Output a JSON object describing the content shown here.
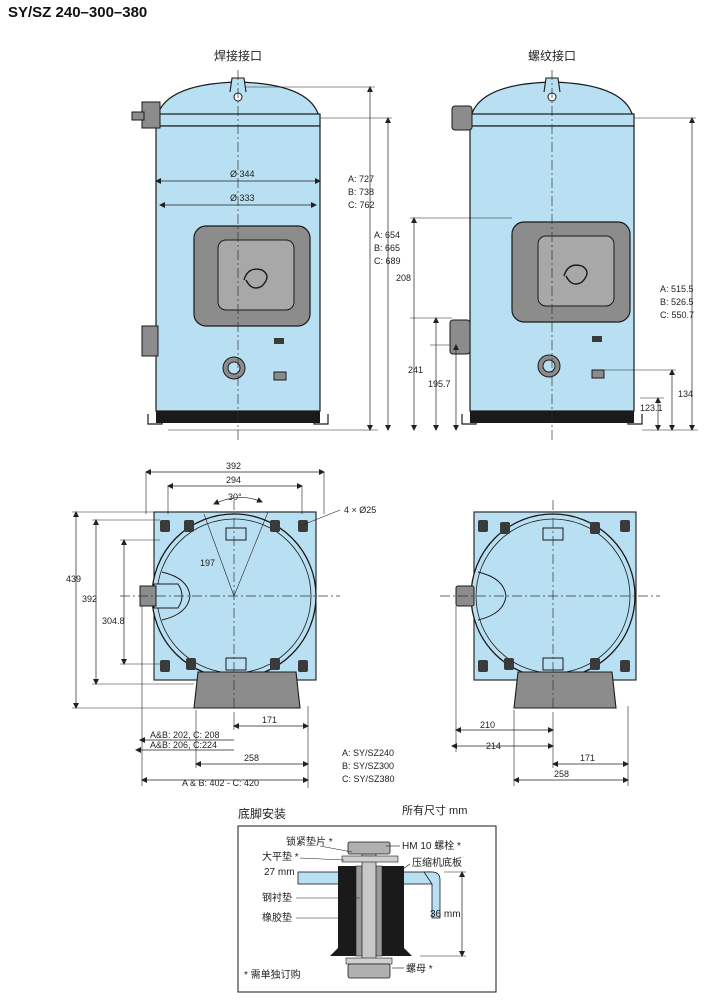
{
  "title": "SY/SZ 240–300–380",
  "views": {
    "weld_label": "焊接接口",
    "thread_label": "螺纹接口"
  },
  "dims": {
    "d344": "Ø 344",
    "d333": "Ø 333",
    "h_a727": "A: 727",
    "h_b738": "B: 738",
    "h_c762": "C: 762",
    "h_a654": "A: 654",
    "h_b665": "B: 665",
    "h_c689": "C: 689",
    "h_a515": "A: 515.5",
    "h_b526": "B: 526.5",
    "h_c550": "C: 550.7",
    "v208": "208",
    "v241": "241",
    "v195": "195.7",
    "v134": "134",
    "v123": "123.1",
    "w392": "392",
    "w294": "294",
    "angle30": "30°",
    "holes": "4 × Ø25",
    "r197": "197",
    "h439": "439",
    "h392": "392",
    "h304": "304.8",
    "w171": "171",
    "ab202": "A&B: 202, C: 208",
    "ab206": "A&B: 206, C:224",
    "w258": "258",
    "ab402": "A & B: 402  -  C: 420",
    "r210": "210",
    "r214": "214",
    "r171": "171",
    "r258": "258"
  },
  "legend": {
    "a": "A: SY/SZ240",
    "b": "B: SY/SZ300",
    "c": "C: SY/SZ380",
    "units": "所有尺寸 mm"
  },
  "mounting": {
    "title": "底脚安装",
    "lock_washer": "锁紧垫片 *",
    "bolt": "HM 10 螺栓 *",
    "big_washer": "大平垫 *",
    "base_plate": "压缩机底板",
    "dim27": "27 mm",
    "steel_sleeve": "钢衬垫",
    "rubber": "橡胶垫",
    "dim36": "36 mm",
    "nut": "螺母 *",
    "footnote": "* 需单独订购"
  },
  "colors": {
    "body": "#b9e0f2",
    "outline": "#1a1a1a",
    "dark": "#3a3a3a",
    "grey": "#8c8c8c"
  }
}
